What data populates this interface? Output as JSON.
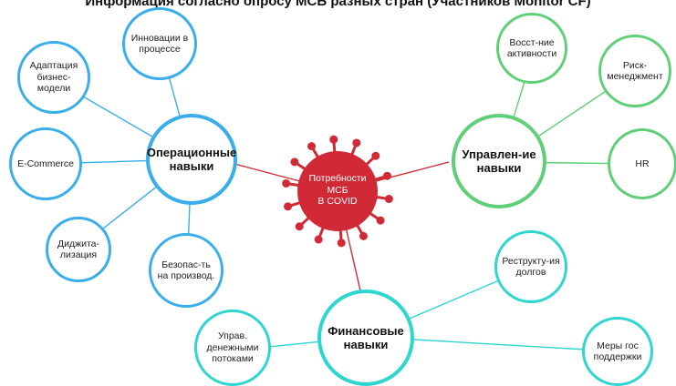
{
  "title": "Информация согласно опросу МСБ разных стран (Участников Monitor СF)",
  "center": {
    "label": "Потребности\nМСБ\nВ COVID"
  },
  "hubs": {
    "operational": "Операционные\nнавыки",
    "management": "Управлен-ие\nнавыки",
    "finance": "Финансовые\nнавыки"
  },
  "operational_items": {
    "adaptation": "Адаптация\nбизнес-\nмодели",
    "innovation": "Инновации в\nпроцессе",
    "ecommerce": "E-Commerce",
    "digital": "Диджита-\nлизация",
    "safety": "Безопас-ть\nна производ."
  },
  "management_items": {
    "recovery": "Восст-ние\nактивности",
    "risk": "Риск-\nменеджмент",
    "hr": "HR"
  },
  "finance_items": {
    "restructuring": "Реструкту-ия\nдолгов",
    "cashflow": "Управ.\nденежными\nпотоками",
    "support": "Меры гос\nподдержки"
  },
  "colors": {
    "operational": "#3aaeea",
    "management": "#5fcf78",
    "finance": "#2fd6cf",
    "center": "#d12a36",
    "links": "#d12a36"
  }
}
